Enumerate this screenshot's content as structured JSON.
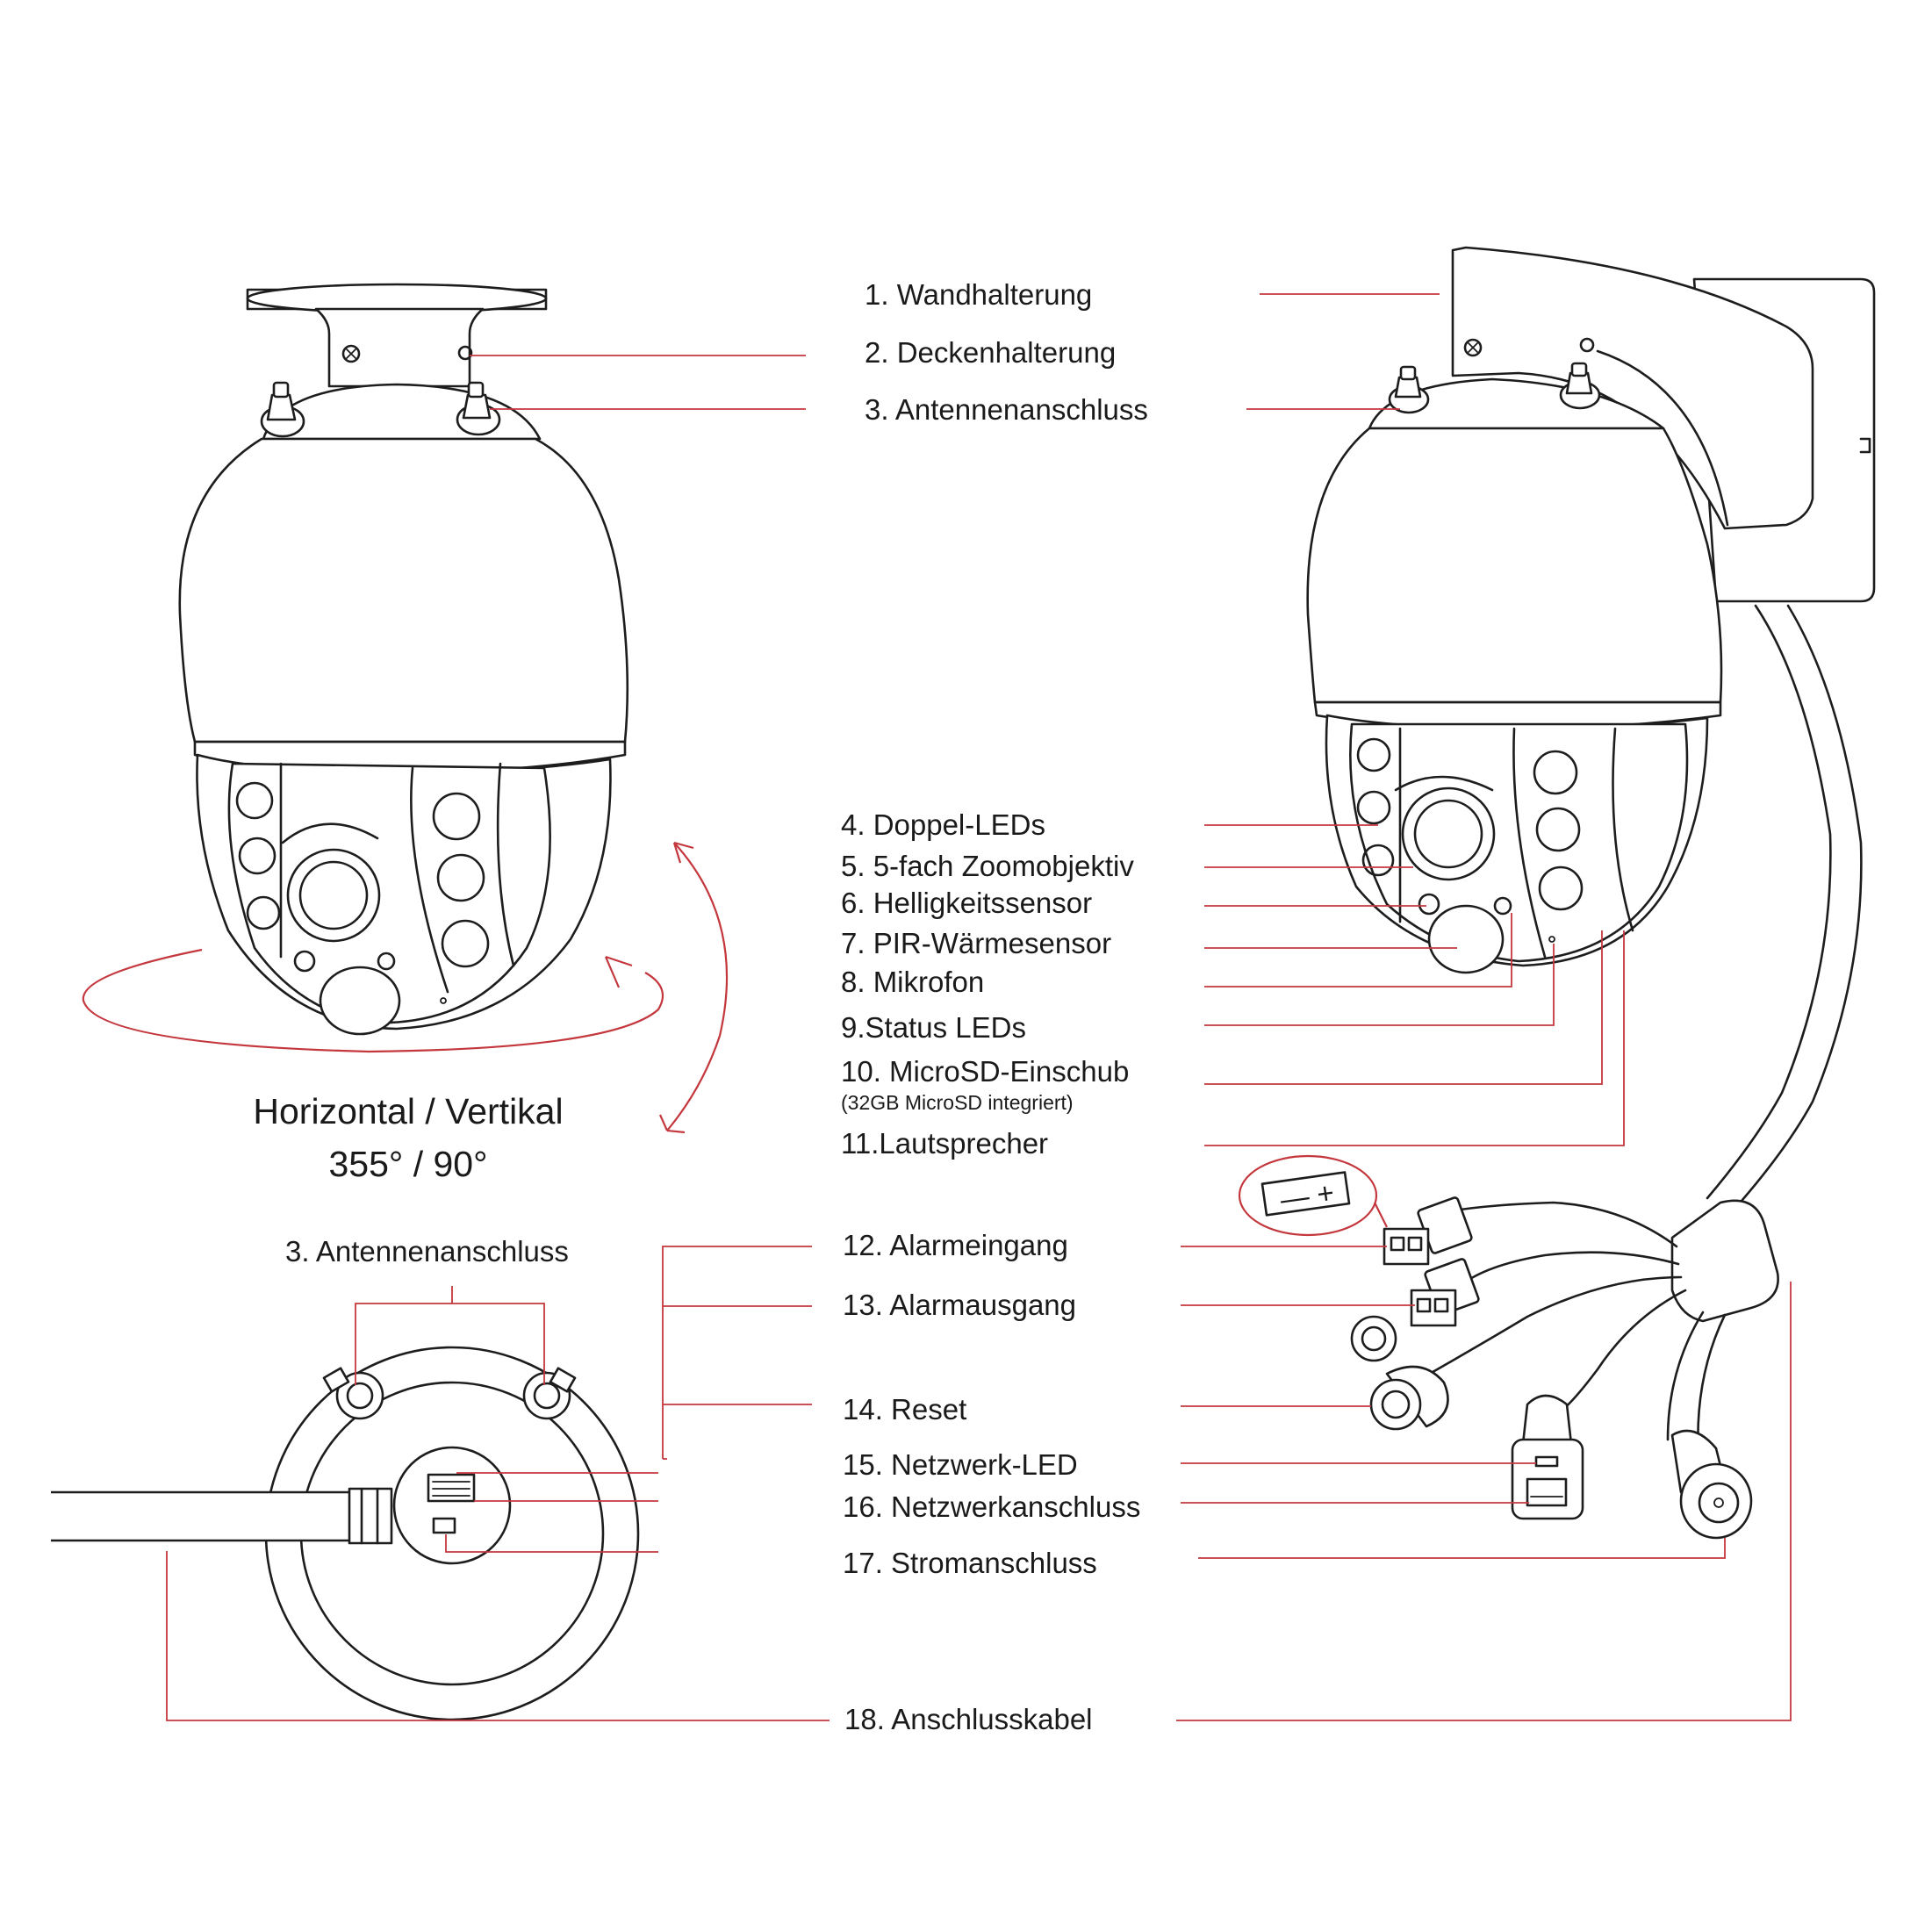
{
  "colors": {
    "accent": "#c4373d",
    "ink": "#1d1d1d",
    "background": "#ffffff"
  },
  "labels": {
    "l1": "1. Wandhalterung",
    "l2": "2. Deckenhalterung",
    "l3": "3. Antennenanschluss",
    "l4": "4. Doppel-LEDs",
    "l5": "5. 5-fach Zoomobjektiv",
    "l6": "6. Helligkeitssensor",
    "l7": "7. PIR-Wärmesensor",
    "l8": "8. Mikrofon",
    "l9": "9.Status LEDs",
    "l10": "10. MicroSD-Einschub",
    "l10_note": "(32GB MicroSD integriert)",
    "l11": "11.Lautsprecher",
    "l12": "12. Alarmeingang",
    "l13": "13. Alarmausgang",
    "l14": "14. Reset",
    "l15": "15. Netzwerk-LED",
    "l16": "16. Netzwerkanschluss",
    "l17": "17. Stromanschluss",
    "l18": "18. Anschlusskabel",
    "bottom_antenna": "3. Antennenanschluss"
  },
  "rotation": {
    "line1": "Horizontal / Vertikal",
    "line2": "355° / 90°"
  },
  "terminal_symbols": "— +"
}
